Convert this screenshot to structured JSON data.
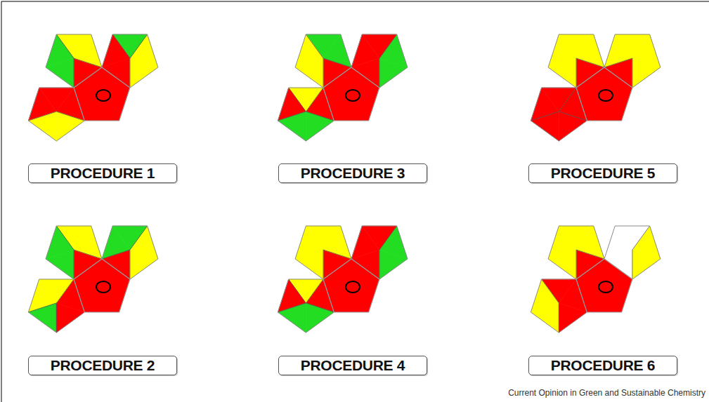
{
  "diagram": {
    "nodes": [
      {
        "text": [
          "PROCEDURE 1"
        ]
      },
      {
        "text": [
          "PROCEDURE 3"
        ]
      },
      {
        "text": [
          "PROCEDURE 5"
        ]
      },
      {
        "text": [
          "PROCEDURE 2"
        ]
      },
      {
        "text": [
          "PROCEDURE 4"
        ]
      },
      {
        "text": [
          "PROCEDURE 6"
        ]
      }
    ],
    "labels": [
      "Current Opinion in Green and Sustainable Chemistry"
    ]
  }
}
